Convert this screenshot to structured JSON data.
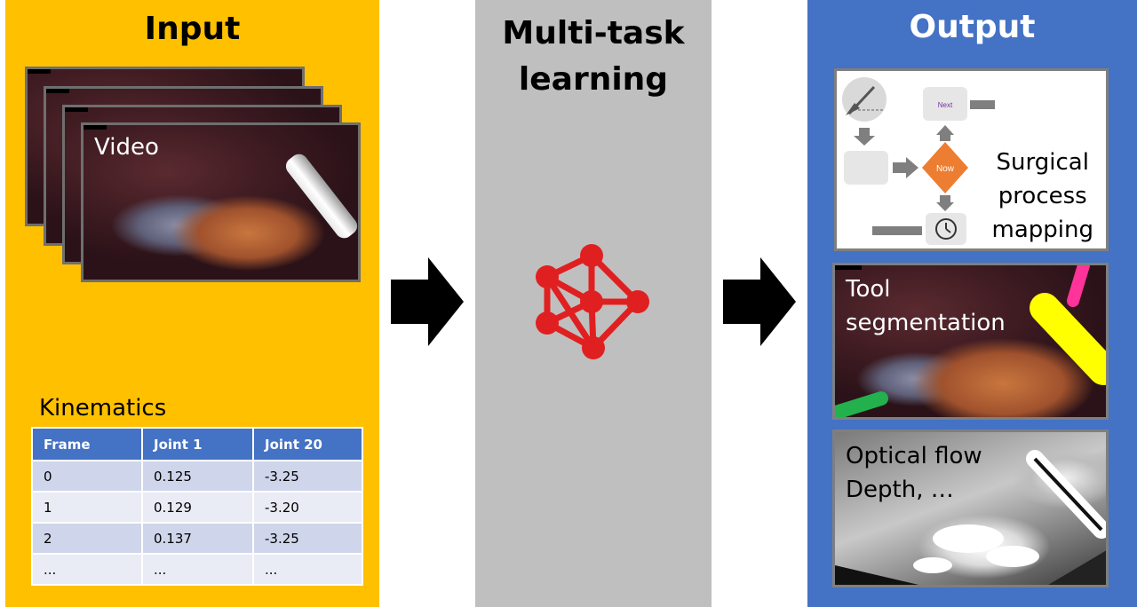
{
  "input": {
    "title": "Input",
    "video_label": "Video",
    "kinematics_label": "Kinematics",
    "table": {
      "headers": [
        "Frame",
        "Joint 1",
        "Joint 20"
      ],
      "rows": [
        [
          "0",
          "0.125",
          "-3.25"
        ],
        [
          "1",
          "0.129",
          "-3.20"
        ],
        [
          "2",
          "0.137",
          "-3.25"
        ],
        [
          "...",
          "...",
          "..."
        ]
      ]
    }
  },
  "middle": {
    "title_line1": "Multi-task",
    "title_line2": "learning",
    "network_icon": "neural-network-icon"
  },
  "output": {
    "title": "Output",
    "spm": {
      "next_label": "Next",
      "now_label": "Now",
      "text_line1": "Surgical",
      "text_line2": "process",
      "text_line3": "mapping",
      "icons": [
        "scalpel-icon",
        "clock-icon"
      ]
    },
    "segmentation": {
      "line1": "Tool",
      "line2": "segmentation"
    },
    "flow": {
      "line1": "Optical flow",
      "line2": "Depth, …"
    }
  },
  "colors": {
    "input_bg": "#FFC000",
    "middle_bg": "#BFBFBF",
    "output_bg": "#4472C4",
    "network": "#E02020",
    "now_diamond": "#ED7D31",
    "seg_pink": "#FF3399",
    "seg_yellow": "#FFFF00",
    "seg_green": "#22B14C"
  }
}
